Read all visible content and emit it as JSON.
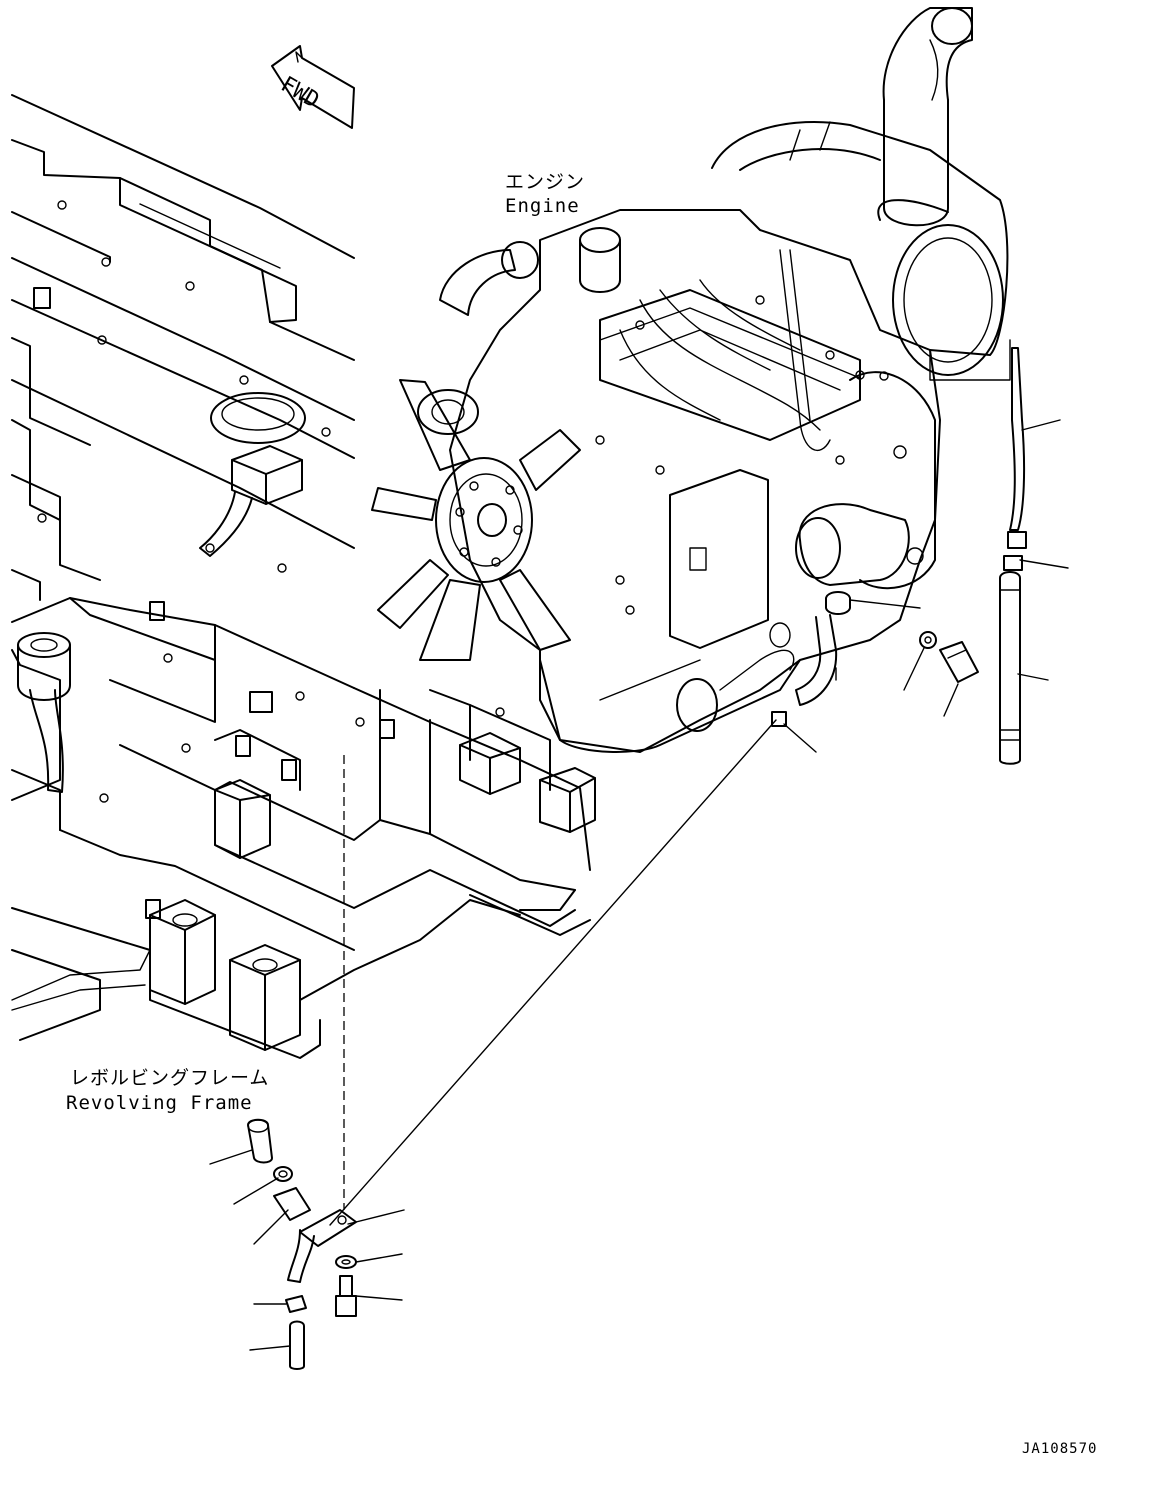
{
  "labels": {
    "fwd": "FWD",
    "engine_jp": "エンジン",
    "engine_en": "Engine",
    "frame_jp": "レボルビングフレーム",
    "frame_en": "Revolving Frame",
    "drawing_number": "JA108570"
  }
}
